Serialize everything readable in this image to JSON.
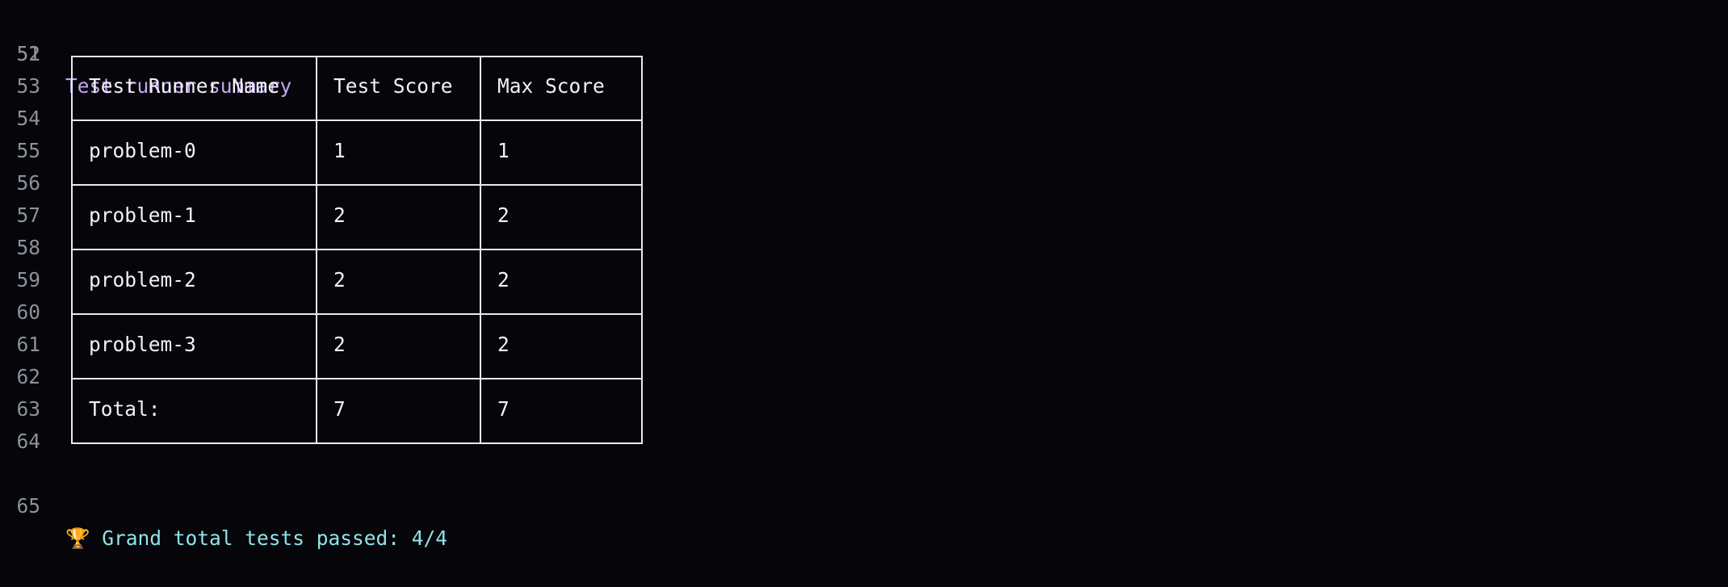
{
  "lines": [
    {
      "number": "51",
      "text": "Test runner summary"
    },
    {
      "number": "52",
      "text": ""
    },
    {
      "number": "53",
      "text": ""
    },
    {
      "number": "54",
      "text": ""
    },
    {
      "number": "55",
      "text": ""
    },
    {
      "number": "56",
      "text": ""
    },
    {
      "number": "57",
      "text": ""
    },
    {
      "number": "58",
      "text": ""
    },
    {
      "number": "59",
      "text": ""
    },
    {
      "number": "60",
      "text": ""
    },
    {
      "number": "61",
      "text": ""
    },
    {
      "number": "62",
      "text": ""
    },
    {
      "number": "63",
      "text": ""
    },
    {
      "number": "64",
      "text": ""
    },
    {
      "number": "65",
      "text": "Grand total tests passed: 4/4"
    }
  ],
  "trophy_glyph": "🏆",
  "table": {
    "headers": [
      "Test Runner Name",
      "Test Score",
      "Max Score"
    ],
    "rows": [
      [
        "problem-0",
        "1",
        "1"
      ],
      [
        "problem-1",
        "2",
        "2"
      ],
      [
        "problem-2",
        "2",
        "2"
      ],
      [
        "problem-3",
        "2",
        "2"
      ],
      [
        "Total:",
        "7",
        "7"
      ]
    ]
  },
  "colors": {
    "background": "#05050a",
    "line_number": "#8b929a",
    "summary_title": "#c6a2f3",
    "grand_total": "#8fe4ea",
    "table_text": "#f0f2f5"
  }
}
